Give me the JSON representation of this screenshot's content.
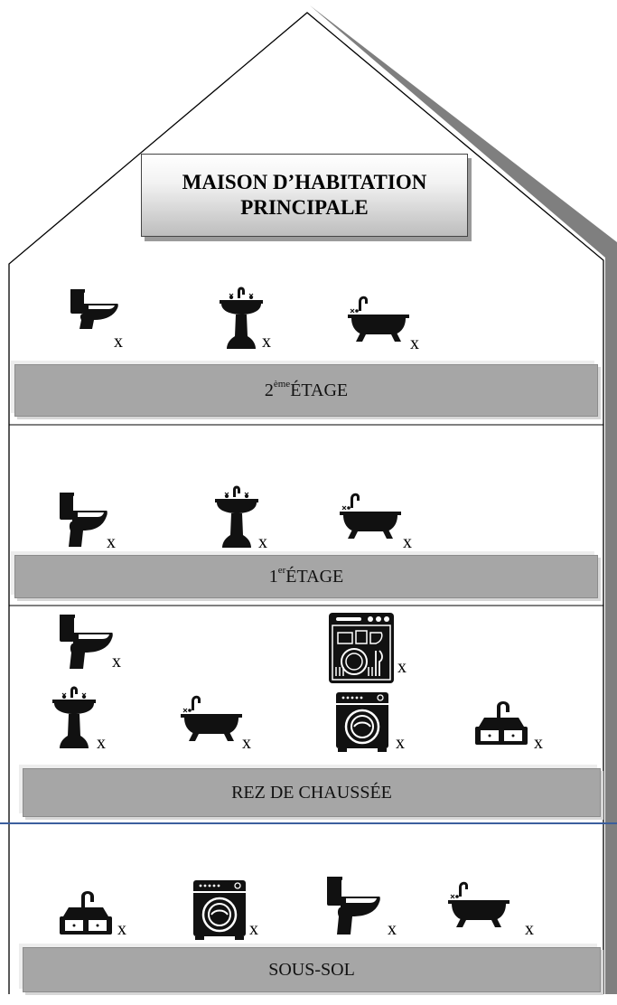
{
  "title": {
    "line1": "MAISON D’HABITATION",
    "line2": "PRINCIPALE"
  },
  "marker": "x",
  "colors": {
    "band": "#a6a6a6",
    "shadow_wall": "#7f7f7f",
    "level_line": "#3c5f9e",
    "icon": "#111111"
  },
  "floors": [
    {
      "label_main": "2",
      "label_sup": "ème",
      "label_rest": " ÉTAGE",
      "fixtures": [
        "toilet",
        "sink",
        "bathtub"
      ]
    },
    {
      "label_main": "1",
      "label_sup": "er",
      "label_rest": " ÉTAGE",
      "fixtures": [
        "toilet",
        "sink",
        "bathtub"
      ]
    },
    {
      "label_main": "REZ DE CHAUSSÉE",
      "label_sup": "",
      "label_rest": "",
      "fixtures": [
        "toilet",
        "dishwasher",
        "sink",
        "bathtub",
        "washing-machine",
        "kitchen-sink"
      ]
    },
    {
      "label_main": "SOUS-SOL",
      "label_sup": "",
      "label_rest": "",
      "fixtures": [
        "kitchen-sink",
        "washing-machine",
        "toilet",
        "bathtub"
      ]
    }
  ]
}
